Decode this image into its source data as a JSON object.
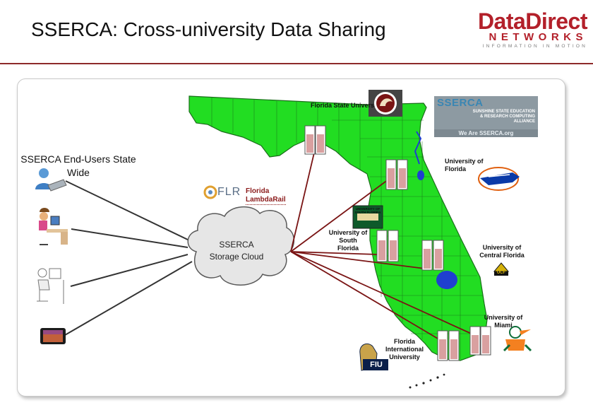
{
  "slide": {
    "title": "SSERCA: Cross-university Data Sharing"
  },
  "logo": {
    "main": "DataDirect",
    "sub": "NETWORKS",
    "tagline": "INFORMATION IN MOTION"
  },
  "users": {
    "label": "SSERCA End-Users State Wide"
  },
  "cloud": {
    "label": "SSERCA Storage Cloud"
  },
  "network": {
    "flr_logo": "FLR",
    "label_line1": "Florida",
    "label_line2": "LambdaRail"
  },
  "sserca_badge": {
    "name": "SSERCA",
    "subtitle": "SUNSHINE STATE EDUCATION & RESEARCH COMPUTING ALLIANCE",
    "tagline": "We Are SSERCA.org"
  },
  "universities": {
    "fsu": "Florida State Univers",
    "uf_line1": "University of",
    "uf_line2": "Florida",
    "usf_line1": "University of",
    "usf_line2": "South",
    "usf_line3": "Florida",
    "ucf_line1": "University of",
    "ucf_line2": "Central Florida",
    "um_line1": "University of",
    "um_line2": "Miami",
    "fiu_line1": "Florida",
    "fiu_line2": "International",
    "fiu_line3": "University"
  },
  "seals": {
    "usf_text": "UNIVERSITY OF SOUTH FLORIDA",
    "ucf_text": "UCF",
    "fiu_text": "FIU"
  },
  "colors": {
    "accent": "#b3202a",
    "map_fill": "#22dd22",
    "link_line": "#7a1414",
    "user_line": "#333333"
  }
}
